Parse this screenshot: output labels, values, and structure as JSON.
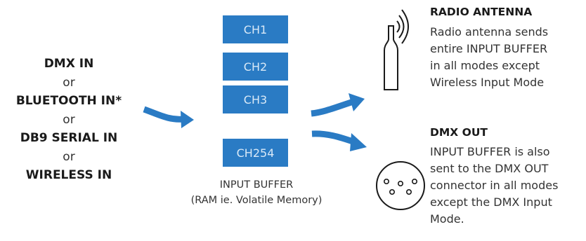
{
  "inputs": {
    "line1": "DMX IN",
    "or1": "or",
    "line2": "BLUETOOTH IN*",
    "or2": "or",
    "line3": "DB9 SERIAL IN",
    "or3": "or",
    "line4": "WIRELESS IN"
  },
  "buffer": {
    "channels": [
      "CH1",
      "CH2",
      "CH3",
      "CH254"
    ],
    "label_line1": "INPUT BUFFER",
    "label_line2": "(RAM ie. Volatile Memory)"
  },
  "antenna": {
    "title": "RADIO ANTENNA",
    "body": [
      "Radio antenna sends",
      "entire INPUT BUFFER",
      "in all modes except",
      "Wireless Input Mode"
    ]
  },
  "dmx_out": {
    "title": "DMX OUT",
    "body": [
      "INPUT BUFFER is also",
      "sent to the DMX OUT",
      "connector in all modes",
      "except the DMX Input",
      "Mode."
    ]
  },
  "colors": {
    "accent": "#2a7bc4",
    "text": "#1a1a1a"
  },
  "icons": [
    "arrow-in-icon",
    "arrow-to-antenna-icon",
    "arrow-to-dmx-icon",
    "antenna-icon",
    "radio-waves-icon",
    "dmx-connector-icon"
  ]
}
